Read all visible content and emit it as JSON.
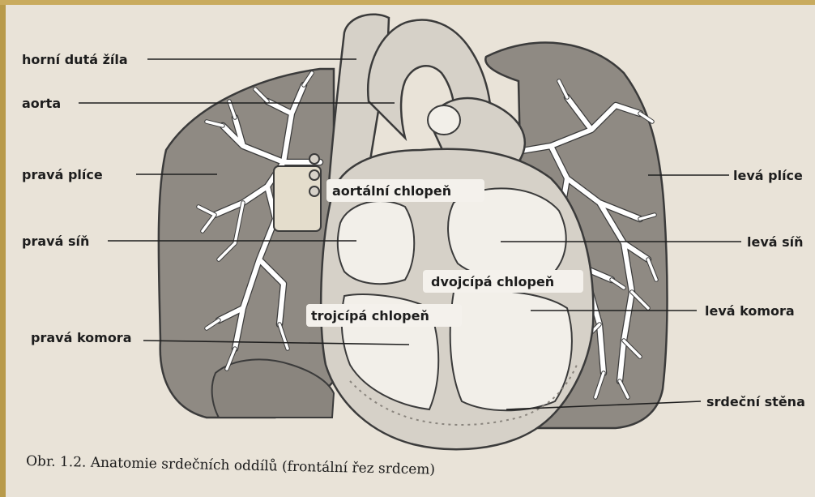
{
  "figure": {
    "caption": "Obr. 1.2. Anatomie srdečních oddílů (frontální řez srdcem)"
  },
  "labels": {
    "horni_duta_zila": "horní dutá žíla",
    "aorta": "aorta",
    "prava_plice": "pravá plíce",
    "prava_sin": "pravá síň",
    "prava_komora": "pravá komora",
    "leva_plice": "levá plíce",
    "leva_sin": "levá síň",
    "leva_komora": "levá komora",
    "srdecni_stena": "srdeční stěna",
    "aortalni_chlopen": "aortální chlopeň",
    "dvojcipa_chlopen": "dvojcípá chlopeň",
    "trojcipa_chlopen": "trojcípá chlopeň"
  },
  "colors": {
    "paper": "#e9e3d8",
    "lung": "#8f8a83",
    "heart": "#d6d1c8",
    "chamber": "#f2efe9",
    "outline": "#3b3b3b",
    "label_box": "#f4f1ec",
    "frame": "#b89a4a"
  }
}
